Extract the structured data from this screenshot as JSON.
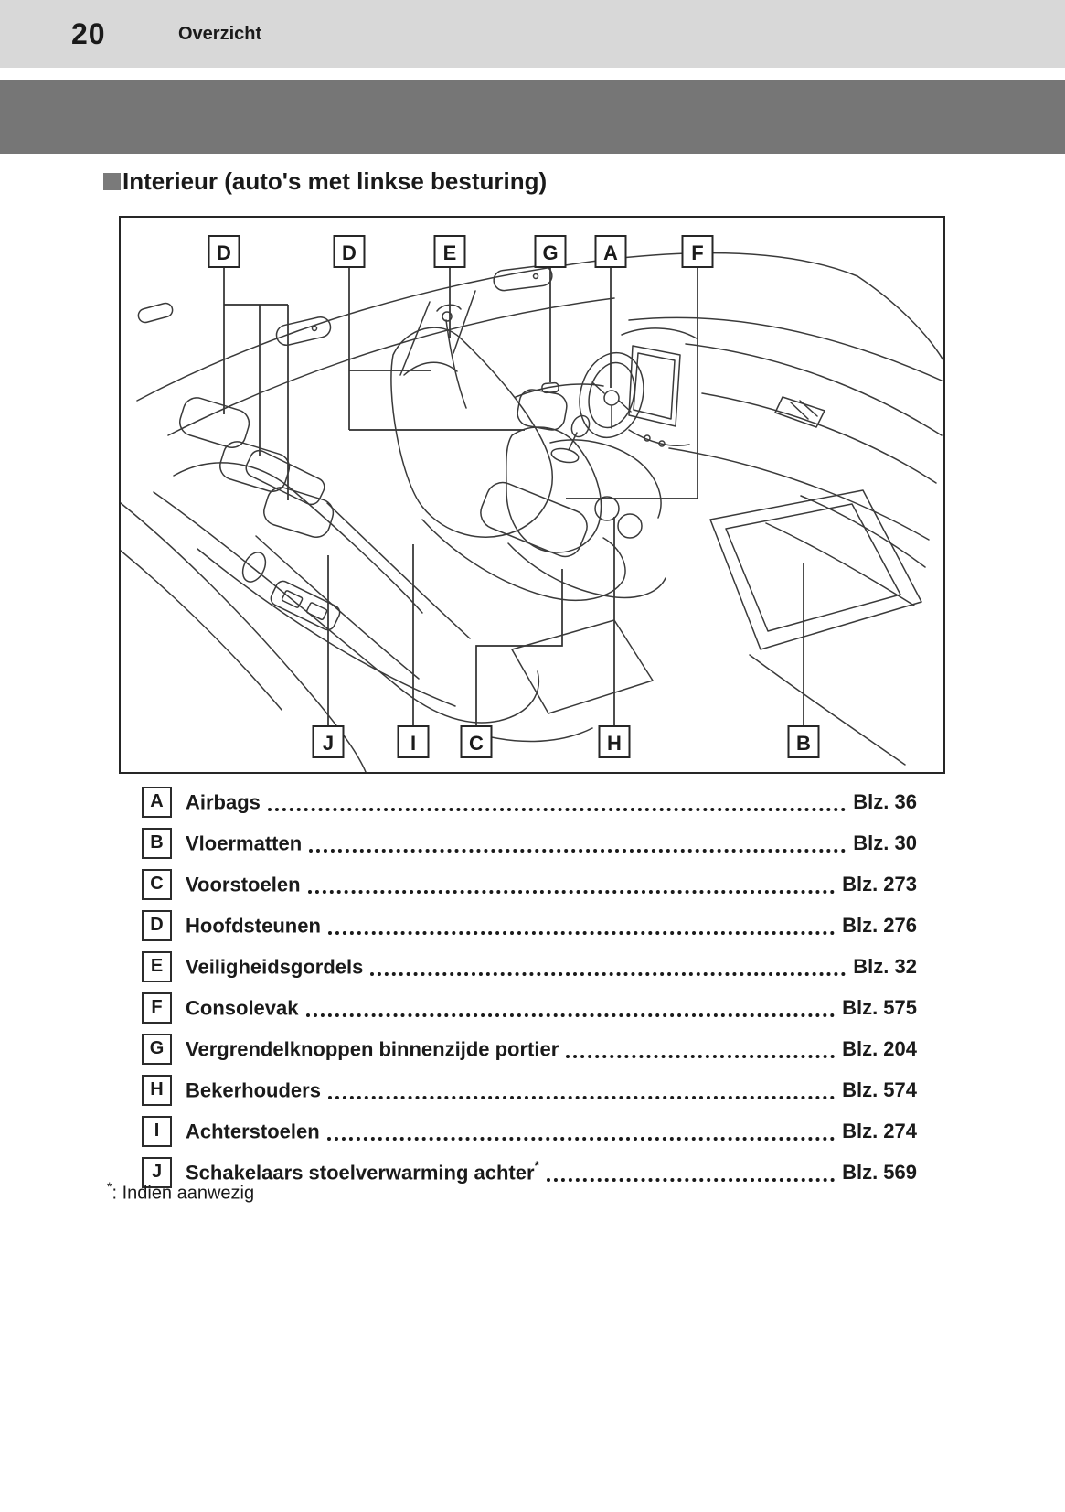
{
  "page_header": {
    "page_number": "20",
    "section_title": "Overzicht"
  },
  "section_heading": {
    "title": "Interieur (auto's met linkse besturing)"
  },
  "figure": {
    "description": "car-interior-line-drawing-left-hand-drive",
    "top_callouts": [
      {
        "letter": "D"
      },
      {
        "letter": "D"
      },
      {
        "letter": "E"
      },
      {
        "letter": "G"
      },
      {
        "letter": "A"
      },
      {
        "letter": "F"
      }
    ],
    "bottom_callouts": [
      {
        "letter": "J"
      },
      {
        "letter": "I"
      },
      {
        "letter": "C"
      },
      {
        "letter": "H"
      },
      {
        "letter": "B"
      }
    ]
  },
  "legend": {
    "items": [
      {
        "letter": "A",
        "label": "Airbags",
        "page_ref": "Blz. 36"
      },
      {
        "letter": "B",
        "label": "Vloermatten",
        "page_ref": "Blz. 30"
      },
      {
        "letter": "C",
        "label": "Voorstoelen",
        "page_ref": "Blz. 273"
      },
      {
        "letter": "D",
        "label": "Hoofdsteunen",
        "page_ref": "Blz. 276"
      },
      {
        "letter": "E",
        "label": "Veiligheidsgordels",
        "page_ref": "Blz. 32"
      },
      {
        "letter": "F",
        "label": "Consolevak",
        "page_ref": "Blz. 575"
      },
      {
        "letter": "G",
        "label": "Vergrendelknoppen binnenzijde portier",
        "page_ref": "Blz. 204"
      },
      {
        "letter": "H",
        "label": "Bekerhouders",
        "page_ref": "Blz. 574"
      },
      {
        "letter": "I",
        "label": "Achterstoelen",
        "page_ref": "Blz. 274"
      },
      {
        "letter": "J",
        "label": "Schakelaars stoelverwarming achter",
        "footnote_marker": "*",
        "page_ref": "Blz. 569"
      }
    ]
  },
  "footnote": {
    "marker": "*",
    "text": ": Indien aanwezig"
  },
  "colors": {
    "header_bar": "#d8d8d8",
    "banner": "#767676",
    "heading_bullet": "#7a7a7a",
    "text": "#1a1a1a",
    "line_art": "#3a3a3a"
  }
}
